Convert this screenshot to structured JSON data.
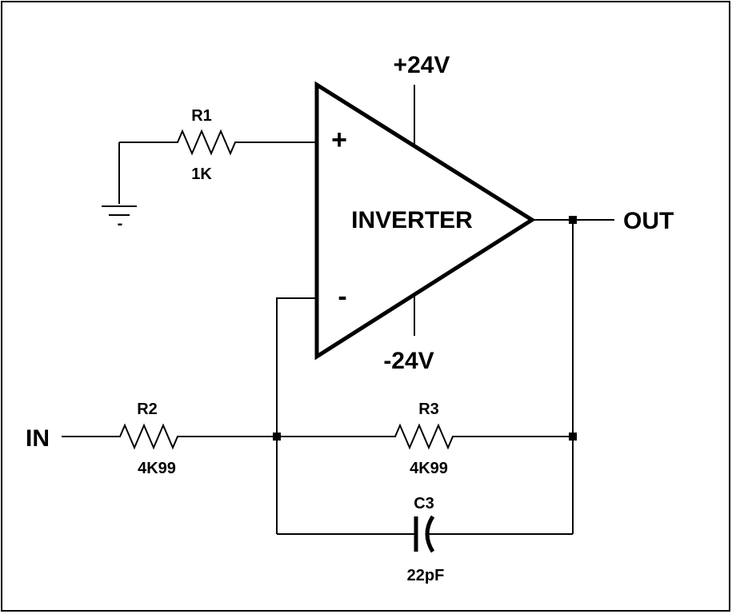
{
  "opamp": {
    "label": "INVERTER",
    "plus_sign": "+",
    "minus_sign": "-",
    "supply_positive": "+24V",
    "supply_negative": "-24V"
  },
  "ports": {
    "input": "IN",
    "output": "OUT"
  },
  "components": {
    "r1": {
      "ref": "R1",
      "value": "1K"
    },
    "r2": {
      "ref": "R2",
      "value": "4K99"
    },
    "r3": {
      "ref": "R3",
      "value": "4K99"
    },
    "c3": {
      "ref": "C3",
      "value": "22pF"
    }
  },
  "ground": {
    "mark": "-"
  }
}
